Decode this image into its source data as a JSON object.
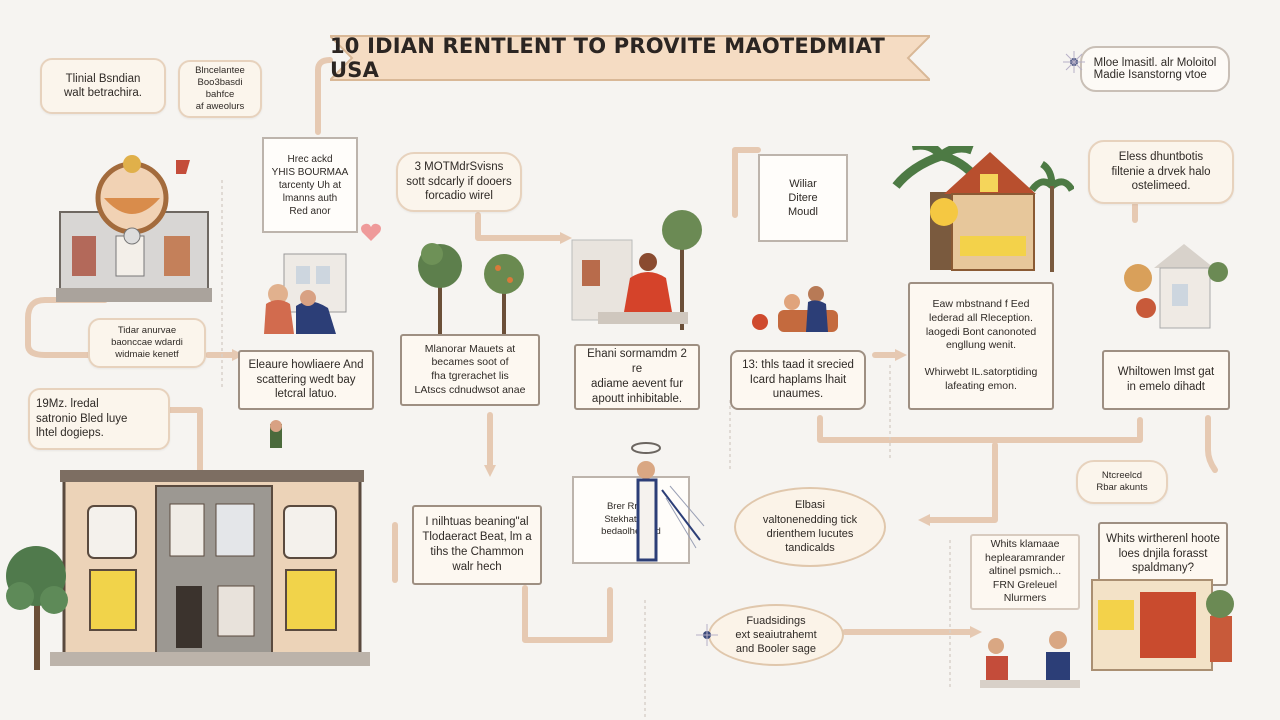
{
  "title": "10 IDIAN RENTLENT TO PROVITE MAOTEDMIAT USA",
  "notes": {
    "top_left": "Tlinial Bsndian\nwalt betrachira.",
    "top_left_small": "Blncelantee\nBoo3basdi\nbahfce\naf aweolurs",
    "left_mid": "Tidar anurvae\nbaonccae wdardi\nwidmaie kenetf",
    "left_lower": "19Mz. lredal\nsatronio Bled luye\nlhtel dogieps.",
    "cluster_mid": "3 MOTMdrSvisns\nsott sdcarly if dooers\nforcadio wirel",
    "sign_left": "Hrec ackd\nYHIS BOURMAA\ntarcenty Uh at\nlmanns auth\nRed anor",
    "sign_mid": "Wiliar\nDitere\nMoudl",
    "top_right": "Mloe lmasitl. alr Moloitol\nMadie Isanstorng vtoe",
    "right_upper": "Eless dhuntbotis\nfiltenie a drvek halo\nostelimeed.",
    "lower_center_card": "I nilhtuas beaning\"al\nTlodaeract Beat, lm a\ntihs the Chammon\nwalr hech",
    "lower_center_sign": "Brer Rrkeal\nStekhattbertl\nbedaolheriwrd",
    "oval_right": "Elbasi\nvaltonenedding tick\ndrienthem lucutes\ntandicalds",
    "bubble_right_small": "Ntcreelcd\nRbar akunts",
    "lower_mid_right_card": "Whits klamaae\nheplearamrander\naltinel psmich...\nFRN Greleuel Nlurmers",
    "lower_right_card": "Whits wirtherenl hoote\nloes dnjila forasst\nspaldmany?",
    "oval_bottom": "Fuadsidings\next seaiutrahemt\nand Booler sage"
  },
  "steps": [
    {
      "text": "Eleaure howliaere And\nscattering wedt bay\nletcral latuo."
    },
    {
      "text": "Mlanorar Mauets at\nbecames soot of\nfha tgrerachet lis\nLAtscs cdnudwsot anae"
    },
    {
      "text": "Ehani sormamdm 2 re\nadiame aevent fur\napoutt inhibitable."
    },
    {
      "text": "13: thls taad it srecied\nIcard haplams lhait\nunaumes."
    },
    {
      "text": "Eaw mbstnand f Eed\nlederad all Rleception.\nlaogedi Bont canonoted\nengllung wenit.\n\nWhirwebt IL.satorptiding\nlafeating emon."
    },
    {
      "text": "Whiltowen lmst gat\nin emelo dihadt"
    }
  ],
  "palette": {
    "background": "#f6f4f1",
    "connector": "#e6c9b2",
    "banner": "#f5dcc3",
    "card_border": "#9e8f82"
  }
}
